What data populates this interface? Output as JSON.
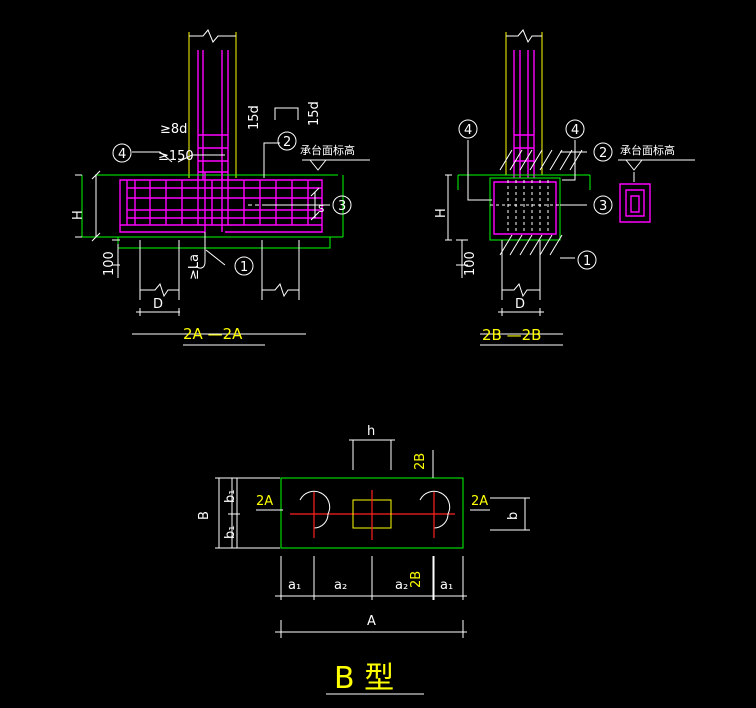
{
  "section_2a": {
    "title": "2A —2A",
    "label_8d": "≥8d",
    "label_150": "≥150",
    "label_15d_a": "15d",
    "label_15d_b": "15d",
    "label_cap_top": "承台面标高",
    "label_h": "H",
    "label_100": "100",
    "label_la": "≥La",
    "label_d": "D",
    "label_s": "S",
    "marker_1": "1",
    "marker_2": "2",
    "marker_3": "3",
    "marker_4": "4"
  },
  "section_2b": {
    "title": "2B —2B",
    "label_cap_top": "承台面标高",
    "label_h": "H",
    "label_100": "100",
    "label_d": "D",
    "marker_1": "1",
    "marker_2": "2",
    "marker_3": "3",
    "marker_4a": "4",
    "marker_4b": "4"
  },
  "plan": {
    "title": "B 型",
    "label_h": "h",
    "label_b_total": "B",
    "label_b1_top": "b₁",
    "label_b1_bottom": "b₁",
    "label_b": "b",
    "label_a1_left": "a₁",
    "label_a2_left": "a₂",
    "label_a2_right": "a₂",
    "label_a1_right": "a₁",
    "label_a_total": "A",
    "cut_2a_left": "2A",
    "cut_2a_right": "2A",
    "cut_2b_top": "2B",
    "cut_2b_bottom": "2B"
  },
  "colors": {
    "background": "#000000",
    "rebar": "#ff00ff",
    "outline": "#00ff00",
    "dimension": "#ffffff",
    "label": "#ffff00",
    "axis": "#ff2020"
  }
}
